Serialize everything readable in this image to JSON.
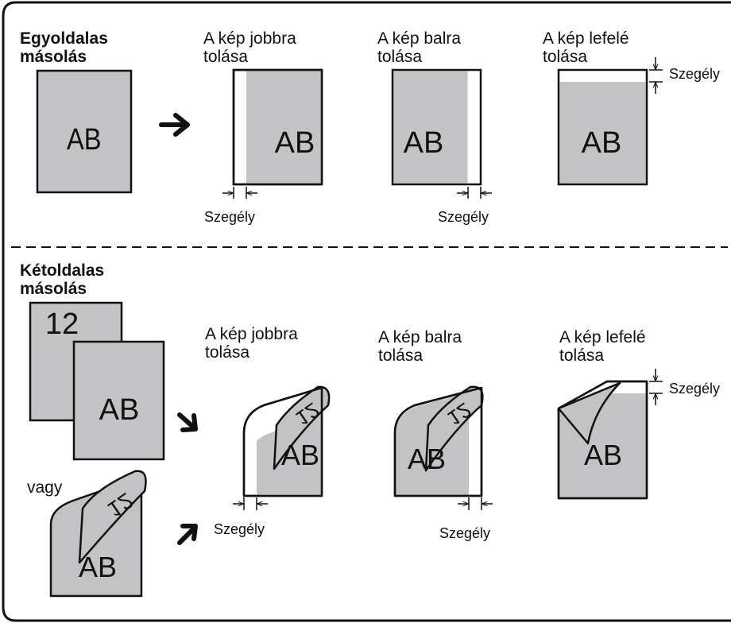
{
  "colors": {
    "paper_gray": "#c3c3c5",
    "outline": "#111111",
    "background": "#ffffff"
  },
  "icons": [
    "arrow-right-icon",
    "arrow-down-right-icon",
    "arrow-up-right-icon",
    "margin-dimension-icon"
  ],
  "single_sided": {
    "heading_line1": "Egyoldalas",
    "heading_line2": "másolás",
    "original_text": "AB",
    "shift_right": {
      "title_line1": "A kép jobbra",
      "title_line2": "tolása",
      "page_text": "AB",
      "margin_label": "Szegély"
    },
    "shift_left": {
      "title_line1": "A kép balra",
      "title_line2": "tolása",
      "page_text": "AB",
      "margin_label": "Szegély"
    },
    "shift_down": {
      "title_line1": "A kép lefelé",
      "title_line2": "tolása",
      "page_text": "AB",
      "margin_label": "Szegély"
    }
  },
  "double_sided": {
    "heading_line1": "Kétoldalas",
    "heading_line2": "másolás",
    "original_back_text": "12",
    "original_front_text": "AB",
    "or_label": "vagy",
    "curled_back_text": "12",
    "curled_front_text": "AB",
    "shift_right": {
      "title_line1": "A kép jobbra",
      "title_line2": "tolása",
      "back_text": "12",
      "page_text": "AB",
      "margin_label": "Szegély"
    },
    "shift_left": {
      "title_line1": "A kép balra",
      "title_line2": "tolása",
      "back_text": "12",
      "page_text": "AB",
      "margin_label": "Szegély"
    },
    "shift_down": {
      "title_line1": "A kép lefelé",
      "title_line2": "tolása",
      "page_text": "AB",
      "margin_label": "Szegély"
    }
  }
}
